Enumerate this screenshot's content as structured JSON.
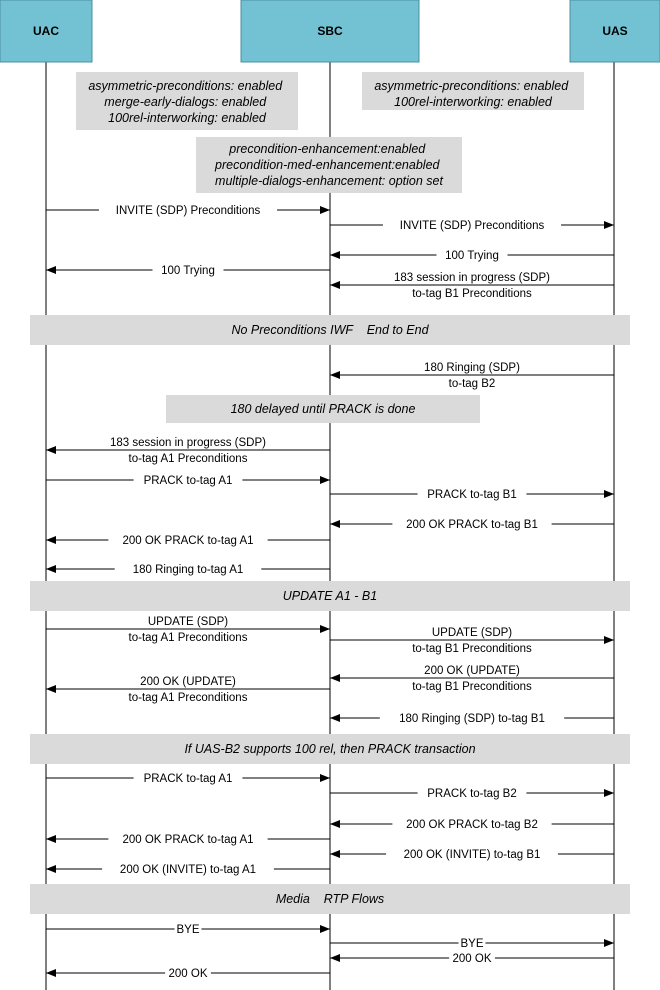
{
  "entities": [
    {
      "id": "uac",
      "label": "UAC"
    },
    {
      "id": "sbc",
      "label": "SBC"
    },
    {
      "id": "uas",
      "label": "UAS"
    }
  ],
  "notes": [
    {
      "id": "uac-config",
      "lines": [
        "asymmetric-preconditions: enabled",
        "merge-early-dialogs: enabled",
        "100rel-interworking: enabled"
      ]
    },
    {
      "id": "uas-config",
      "lines": [
        "asymmetric-preconditions: enabled",
        "100rel-interworking: enabled"
      ]
    },
    {
      "id": "sbc-config",
      "lines": [
        "precondition-enhancement:enabled",
        "precondition-med-enhancement:enabled",
        "multiple-dialogs-enhancement: option set"
      ]
    },
    {
      "id": "delayed-note",
      "lines": [
        "180 delayed until PRACK is done"
      ]
    }
  ],
  "phases": [
    {
      "id": "no-preconditions",
      "label": "No Preconditions IWF    End to End"
    },
    {
      "id": "update-a1-b1",
      "label": "UPDATE A1 - B1"
    },
    {
      "id": "prack-transaction",
      "label": "If UAS-B2 supports 100 rel, then PRACK transaction"
    },
    {
      "id": "media",
      "label": "Media    RTP Flows"
    }
  ],
  "messages": [
    {
      "from": "uac",
      "to": "sbc",
      "lines": [
        "INVITE (SDP)  Preconditions"
      ]
    },
    {
      "from": "sbc",
      "to": "uas",
      "lines": [
        "INVITE (SDP)  Preconditions"
      ]
    },
    {
      "from": "uas",
      "to": "sbc",
      "lines": [
        "100 Trying"
      ]
    },
    {
      "from": "sbc",
      "to": "uac",
      "lines": [
        "100 Trying"
      ]
    },
    {
      "from": "uas",
      "to": "sbc",
      "lines": [
        "183 session in progress (SDP)",
        "to-tag B1   Preconditions"
      ]
    },
    {
      "from": "uas",
      "to": "sbc",
      "lines": [
        "180 Ringing (SDP)",
        "to-tag B2"
      ]
    },
    {
      "from": "sbc",
      "to": "uac",
      "lines": [
        "183 session in progress (SDP)",
        "to-tag A1   Preconditions"
      ]
    },
    {
      "from": "uac",
      "to": "sbc",
      "lines": [
        "PRACK  to-tag A1"
      ]
    },
    {
      "from": "sbc",
      "to": "uas",
      "lines": [
        "PRACK  to-tag B1"
      ]
    },
    {
      "from": "uas",
      "to": "sbc",
      "lines": [
        "200 OK  PRACK  to-tag B1"
      ]
    },
    {
      "from": "sbc",
      "to": "uac",
      "lines": [
        "200 OK  PRACK  to-tag A1"
      ]
    },
    {
      "from": "sbc",
      "to": "uac",
      "lines": [
        "180 Ringing  to-tag A1"
      ]
    },
    {
      "from": "uac",
      "to": "sbc",
      "lines": [
        "UPDATE (SDP)",
        "to-tag A1  Preconditions"
      ]
    },
    {
      "from": "sbc",
      "to": "uas",
      "lines": [
        "UPDATE (SDP)",
        "to-tag B1  Preconditions"
      ]
    },
    {
      "from": "uas",
      "to": "sbc",
      "lines": [
        "200 OK  (UPDATE)",
        "to-tag B1  Preconditions"
      ]
    },
    {
      "from": "sbc",
      "to": "uac",
      "lines": [
        "200 OK  (UPDATE)",
        "to-tag A1  Preconditions"
      ]
    },
    {
      "from": "uas",
      "to": "sbc",
      "lines": [
        "180 Ringing (SDP)  to-tag B1"
      ]
    },
    {
      "from": "uac",
      "to": "sbc",
      "lines": [
        "PRACK  to-tag A1"
      ]
    },
    {
      "from": "sbc",
      "to": "uas",
      "lines": [
        "PRACK  to-tag B2"
      ]
    },
    {
      "from": "uas",
      "to": "sbc",
      "lines": [
        "200 OK  PRACK  to-tag B2"
      ]
    },
    {
      "from": "sbc",
      "to": "uac",
      "lines": [
        "200 OK  PRACK  to-tag A1"
      ]
    },
    {
      "from": "uas",
      "to": "sbc",
      "lines": [
        "200 OK (INVITE)  to-tag B1"
      ]
    },
    {
      "from": "sbc",
      "to": "uac",
      "lines": [
        "200 OK (INVITE)  to-tag A1"
      ]
    },
    {
      "from": "uac",
      "to": "sbc",
      "lines": [
        "BYE"
      ]
    },
    {
      "from": "sbc",
      "to": "uas",
      "lines": [
        "BYE"
      ]
    },
    {
      "from": "uas",
      "to": "sbc",
      "lines": [
        "200 OK"
      ]
    },
    {
      "from": "sbc",
      "to": "uac",
      "lines": [
        "200 OK"
      ]
    }
  ],
  "colors": {
    "entity_fill": "#73C2D3",
    "entity_stroke": "#4A8FA0",
    "note_fill": "#DADADA",
    "line": "#000000"
  }
}
